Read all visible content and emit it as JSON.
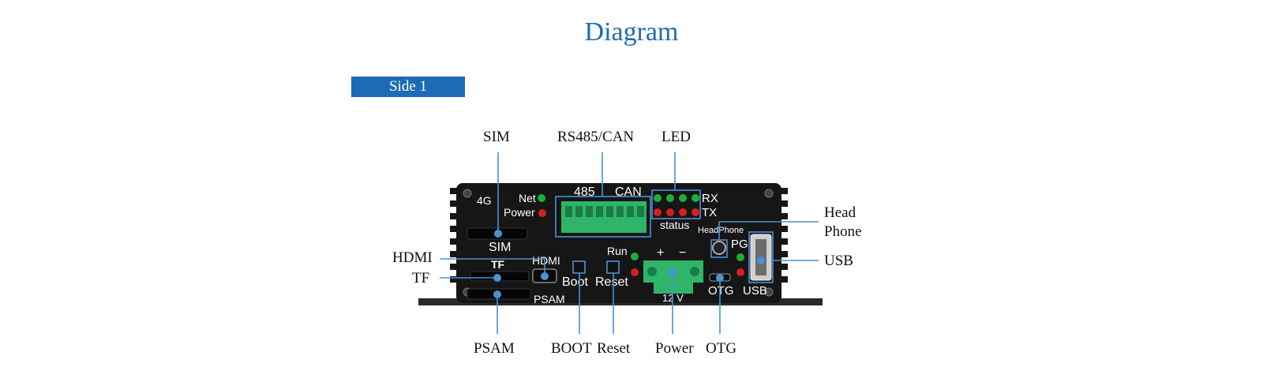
{
  "title": "Diagram",
  "section_tab": "Side 1",
  "callouts": {
    "sim": "SIM",
    "rs485_can": "RS485/CAN",
    "led": "LED",
    "headphone_line1": "Head",
    "headphone_line2": "Phone",
    "usb": "USB",
    "hdmi": "HDMI",
    "tf": "TF",
    "psam": "PSAM",
    "boot": "BOOT",
    "reset": "Reset",
    "power": "Power",
    "otg": "OTG"
  },
  "panel": {
    "4g": "4G",
    "net": "Net",
    "power": "Power",
    "sim": "SIM",
    "tf": "TF",
    "hdmi": "HDMI",
    "psam": "PSAM",
    "485": "485",
    "can": "CAN",
    "rx": "RX",
    "tx": "TX",
    "status": "status",
    "headphone": "HeadPhone",
    "pg": "PG",
    "run": "Run",
    "boot": "Boot",
    "reset": "Reset",
    "plus": "+",
    "minus": "−",
    "twelve_v": "12 V",
    "otg": "OTG",
    "usb": "USB"
  },
  "colors": {
    "accent": "#1f6cb3",
    "panel": "#161616",
    "led_green": "#1fae3a",
    "led_red": "#d42020",
    "terminal_green": "#2fb56a"
  }
}
